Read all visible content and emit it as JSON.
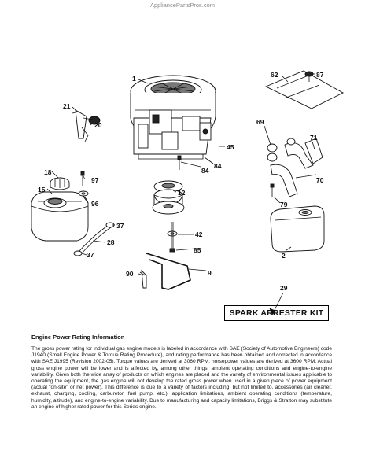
{
  "watermark": "AppliancePartsPros.com",
  "callouts": {
    "c1": "1",
    "c2": "2",
    "c9": "9",
    "c12": "12",
    "c15": "15",
    "c18": "18",
    "c20": "20",
    "c21": "21",
    "c28": "28",
    "c29": "29",
    "c37a": "37",
    "c37b": "37",
    "c42": "42",
    "c45": "45",
    "c62": "62",
    "c69": "69",
    "c70": "70",
    "c71": "71",
    "c79": "79",
    "c84a": "84",
    "c84b": "84",
    "c85": "85",
    "c87": "87",
    "c90": "90",
    "c96": "96",
    "c97": "97"
  },
  "kit_label": "SPARK ARRESTER KIT",
  "info": {
    "title": "Engine Power Rating Information",
    "body": "The gross power rating for individual gas engine models is labeled in accordance with SAE (Society of Automotive Engineers) code J1940 (Small Engine Power & Torque Rating Procedure), and rating performance has been obtained and corrected in accordance with SAE J1995 (Revision 2002-05). Torque values are derived at 3060 RPM; horsepower values are derived at 3600 RPM. Actual gross engine power will be lower and is affected by, among other things, ambient operating conditions and engine-to-engine variability. Given both the wide array of products on which engines are placed and the variety of environmental issues applicable to operating the equipment, the gas engine will not develop the rated gross power when used in a given piece of power equipment (actual \"on-site\" or net power). This difference is due to a variety of factors including, but not limited to, accessories (air cleaner, exhaust, charging, cooling, carburetor, fuel pump, etc.), application limitations, ambient operating conditions (temperature, humidity, altitude), and engine-to-engine variability. Due to manufacturing and capacity limitations, Briggs & Stratton may substitute an engine of higher rated power for this Series engine."
  }
}
